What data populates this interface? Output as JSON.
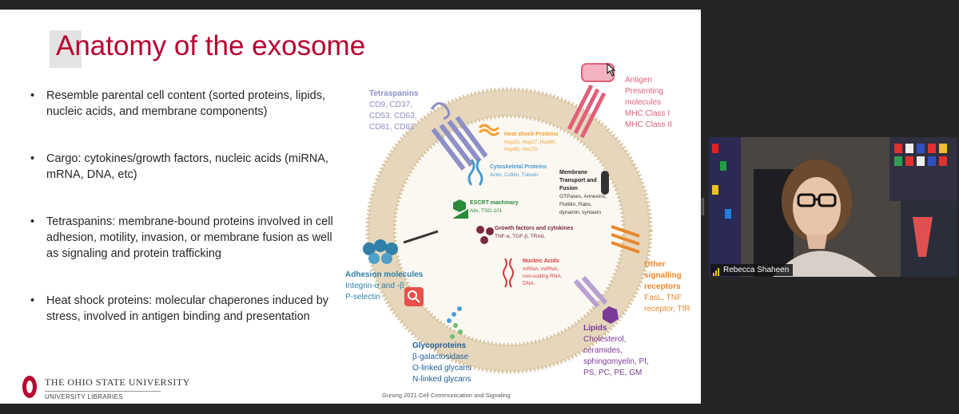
{
  "slide": {
    "title": "Anatomy of the exosome",
    "bullets": [
      "Resemble parental cell content (sorted proteins, lipids, nucleic acids, and membrane components)",
      "Cargo: cytokines/growth factors, nucleic acids (miRNA, mRNA, DNA, etc)",
      "Tetraspanins: membrane-bound proteins involved in cell adhesion, motility, invasion, or membrane fusion as well as signaling and protein trafficking",
      "Heat shock proteins: molecular chaperones induced by stress, involved in antigen binding and presentation"
    ],
    "footer": {
      "university": "THE OHIO STATE UNIVERSITY",
      "department": "UNIVERSITY LIBRARIES",
      "citation": "Gurung 2021 Cell Communication and Signaling"
    },
    "accent_color": "#b8002f"
  },
  "diagram": {
    "tetraspanins": {
      "title": "Tetraspanins",
      "lines": [
        "CD9, CD37,",
        "CD53, CD63,",
        "CD81, CD82"
      ]
    },
    "antigen": {
      "title_lines": [
        "Antigen",
        "Presenting",
        "molecules"
      ],
      "lines": [
        "MHC Class I",
        "MHC Class II"
      ]
    },
    "heat_shock": {
      "title": "Heat shock  Proteins",
      "lines": [
        "Hsp20, Hsp27, Hsp60,",
        "Hsp90, Hsc70"
      ]
    },
    "cytoskeletal": {
      "title": "Cytoskeletal Proteins",
      "line": "Actin, Cofilin, Tubulin"
    },
    "membrane_transport": {
      "title_lines": [
        "Membrane",
        "Transport and",
        "Fusion"
      ],
      "lines": [
        "GTPases, Annexins,",
        "Flotillin, Rabs,",
        "dynamin, syntaxin"
      ]
    },
    "escrt": {
      "title": "ESCRT machinary",
      "line": "Alix, TSG-101"
    },
    "growth": {
      "title": "Growth factors and cytokines",
      "line": "TNF-α, TGF-β, TRAIL"
    },
    "nucleic": {
      "title": "Nucleic Acids",
      "lines": [
        "mRNA, miRNA,",
        "non-coding RNA,",
        "DNA."
      ]
    },
    "adhesion": {
      "title": "Adhesion molecules",
      "lines": [
        "Integrin-α and -β",
        "P-selectin"
      ]
    },
    "other_receptors": {
      "title_lines": [
        "Other",
        "signalling",
        "receptors"
      ],
      "lines": [
        "FasL, TNF",
        "receptor, TfR"
      ]
    },
    "lipids": {
      "title": "Lipids",
      "lines": [
        "Cholesterol,",
        "ceramides,",
        "sphingomyelin, PI,",
        "PS, PC, PE, GM"
      ]
    },
    "glycoproteins": {
      "title": "Glycoproteins",
      "lines": [
        "β-galactosidase",
        "O-linked glycans",
        "N-linked glycans"
      ]
    },
    "colors": {
      "tetraspanins": "#8d8fc6",
      "antigen": "#e0607a",
      "heat_shock": "#f0a030",
      "adhesion": "#2f7fa8",
      "receptors": "#e8882e",
      "lipids": "#7a3a9a",
      "glyco": "#1f5f9a",
      "growth": "#7a2a3a",
      "nucleic": "#d03a3a",
      "escrt": "#2a8a3a"
    }
  },
  "video": {
    "participant_name": "Rebecca Shaheen"
  }
}
